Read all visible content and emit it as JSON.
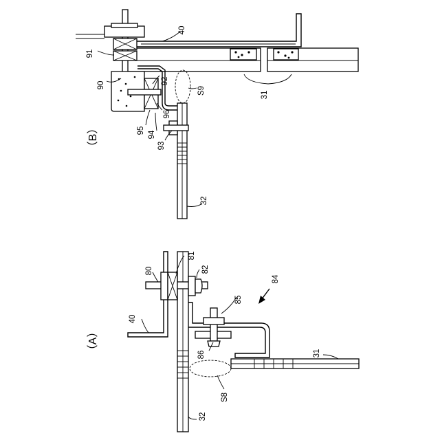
{
  "figure_b": {
    "title": "（B）",
    "labels": {
      "l40": "40",
      "l91": "91",
      "l90": "90",
      "l92": "92",
      "lS9": "S9",
      "l96": "96",
      "l95": "95",
      "l94": "94",
      "l93": "93",
      "l31": "31",
      "l32": "32"
    }
  },
  "figure_a": {
    "title": "（A）",
    "labels": {
      "l80": "80",
      "l81": "81",
      "l82": "82",
      "l84": "84",
      "l85": "85",
      "l40": "40",
      "l86": "86",
      "l31": "31",
      "lS8": "S8",
      "l32": "32"
    }
  }
}
